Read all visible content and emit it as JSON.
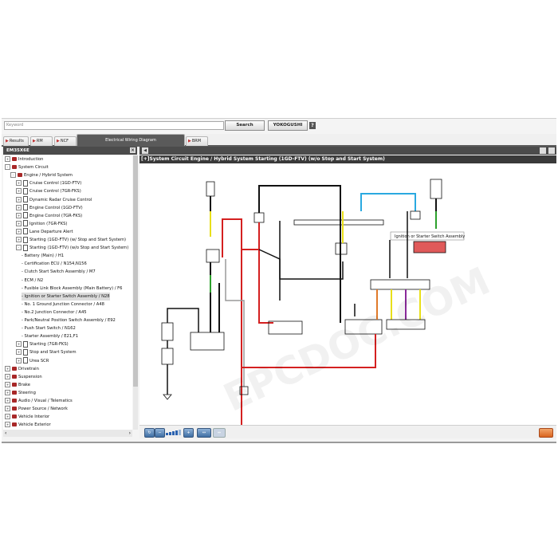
{
  "search": {
    "placeholder": "Keyword",
    "search_label": "Search",
    "yokogushi_label": "YOKOGUSHI",
    "help_label": "?"
  },
  "tabs": [
    {
      "label": "Results"
    },
    {
      "label": "RM"
    },
    {
      "label": "NCF"
    },
    {
      "label": "Electrical Wiring Diagram"
    },
    {
      "label": "BRM"
    }
  ],
  "left_panel": {
    "title": "EM35X6E",
    "close": "×"
  },
  "tree": [
    {
      "label": "Introduction",
      "type": "book",
      "pm": "+"
    },
    {
      "label": "System Circuit",
      "type": "book",
      "pm": "-"
    },
    {
      "label": "Engine / Hybrid System",
      "type": "book",
      "pm": "-"
    },
    {
      "label": "Cruise Control (1GD-FTV)",
      "type": "doc",
      "pm": "+"
    },
    {
      "label": "Cruise Control (7GR-FKS)",
      "type": "doc",
      "pm": "+"
    },
    {
      "label": "Dynamic Radar Cruise Control",
      "type": "doc",
      "pm": "+"
    },
    {
      "label": "Engine Control (1GD-FTV)",
      "type": "doc",
      "pm": "+"
    },
    {
      "label": "Engine Control (7GR-FKS)",
      "type": "doc",
      "pm": "+"
    },
    {
      "label": "Ignition (7GR-FKS)",
      "type": "doc",
      "pm": "+"
    },
    {
      "label": "Lane Departure Alert",
      "type": "doc",
      "pm": "+"
    },
    {
      "label": "Starting (1GD-FTV) (w/ Stop and Start System)",
      "type": "doc",
      "pm": "+"
    },
    {
      "label": "Starting (1GD-FTV) (w/o Stop and Start System)",
      "type": "doc",
      "pm": "-"
    },
    {
      "label": "- Battery (Main) / H1",
      "type": "leaf"
    },
    {
      "label": "- Certification ECU / N154,N156",
      "type": "leaf"
    },
    {
      "label": "- Clutch Start Switch Assembly / M7",
      "type": "leaf"
    },
    {
      "label": "- ECM / N2",
      "type": "leaf"
    },
    {
      "label": "- Fusible Link Block Assembly (Main Battery) / F6",
      "type": "leaf"
    },
    {
      "label": "- Ignition or Starter Switch Assembly / N28",
      "type": "leaf",
      "selected": true
    },
    {
      "label": "- No. 1 Ground Junction Connector / A48",
      "type": "leaf"
    },
    {
      "label": "- No.2 Junction Connector / A45",
      "type": "leaf"
    },
    {
      "label": "- Park/Neutral Position Switch Assembly / E92",
      "type": "leaf"
    },
    {
      "label": "- Push Start Switch / N162",
      "type": "leaf"
    },
    {
      "label": "- Starter Assembly / E21,F1",
      "type": "leaf"
    },
    {
      "label": "Starting (7GR-FKS)",
      "type": "doc",
      "pm": "+"
    },
    {
      "label": "Stop and Start System",
      "type": "doc",
      "pm": "+"
    },
    {
      "label": "Urea SCR",
      "type": "doc",
      "pm": "+"
    },
    {
      "label": "Drivetrain",
      "type": "book",
      "pm": "+"
    },
    {
      "label": "Suspension",
      "type": "book",
      "pm": "+"
    },
    {
      "label": "Brake",
      "type": "book",
      "pm": "+"
    },
    {
      "label": "Steering",
      "type": "book",
      "pm": "+"
    },
    {
      "label": "Audio / Visual / Telematics",
      "type": "book",
      "pm": "+"
    },
    {
      "label": "Power Source / Network",
      "type": "book",
      "pm": "+"
    },
    {
      "label": "Vehicle Interior",
      "type": "book",
      "pm": "+"
    },
    {
      "label": "Vehicle Exterior",
      "type": "book",
      "pm": "+"
    }
  ],
  "diagram": {
    "title": "[+]System Circuit  Engine / Hybrid System  Starting (1GD-FTV) (w/o Stop and Start System)",
    "tooltip": "Ignition or Starter Switch Assembly",
    "watermark": "EPCDOC.COM"
  },
  "colors": {
    "red": "#d42020",
    "black": "#111111",
    "yellow": "#e8df1a",
    "green": "#2ca02c",
    "blue": "#2aa9e0",
    "gray": "#9a9a9a",
    "purple": "#8a2a9a",
    "orange": "#e07a2a"
  }
}
